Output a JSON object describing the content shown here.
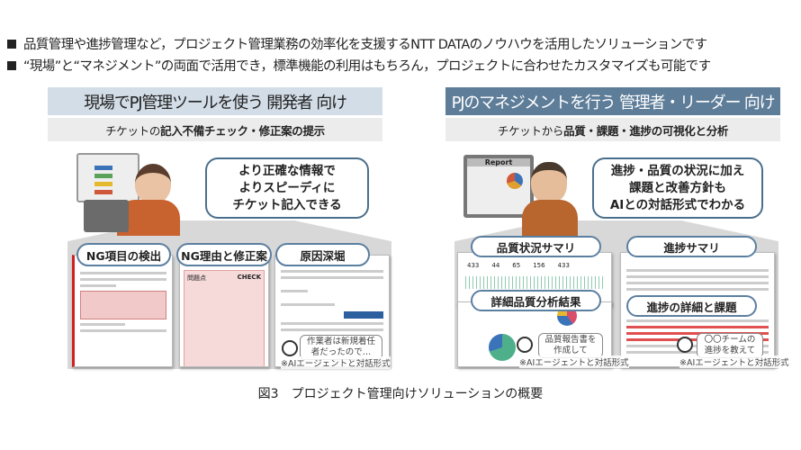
{
  "bullets": [
    "品質管理や進捗管理など，プロジェクト管理業務の効率化を支援するNTT DATAのノウハウを活用したソリューションです",
    "“現場”と“マネジメント”の両面で活用でき，標準機能の利用はもちろん，プロジェクトに合わせたカスタマイズも可能です"
  ],
  "left": {
    "title": "現場でPJ管理ツールを使う 開発者 向け",
    "subtitle_prefix": "チケットの",
    "subtitle_bold": "記入不備チェック・修正案の提示",
    "bubble": [
      "より正確な情報で",
      "よりスピーディに",
      "チケット記入できる"
    ],
    "cards": [
      "NG項目の検出",
      "NG理由と修正案",
      "原因深堀"
    ],
    "card2_header": "問題点",
    "card2_check": "CHECK",
    "chat_bubble": [
      "作業者は新規着任",
      "者だったので…"
    ],
    "note": "※AIエージェントと対話形式"
  },
  "right": {
    "title": "PJのマネジメントを行う 管理者・リーダー 向け",
    "subtitle_prefix": "チケットから",
    "subtitle_bold": "品質・課題・進捗の可視化と分析",
    "monitor_label": "Report",
    "bubble": [
      "進捗・品質の状況に加え",
      "課題と改善方針も",
      "AIとの対話形式でわかる"
    ],
    "cards": [
      "品質状況サマリ",
      "進捗サマリ",
      "詳細品質分析結果",
      "進捗の詳細と課題"
    ],
    "stats": [
      "433",
      "44",
      "65",
      "156",
      "433"
    ],
    "chat_left": [
      "品質報告書を",
      "作成して"
    ],
    "chat_right": [
      "〇〇チームの",
      "進捗を教えて"
    ],
    "note": "※AIエージェントと対話形式"
  },
  "caption": "図3　プロジェクト管理向けソリューションの概要",
  "colors": {
    "left_title_bg": "#d3dde7",
    "right_title_bg": "#5e7d99",
    "accent": "#4a6f8c"
  }
}
